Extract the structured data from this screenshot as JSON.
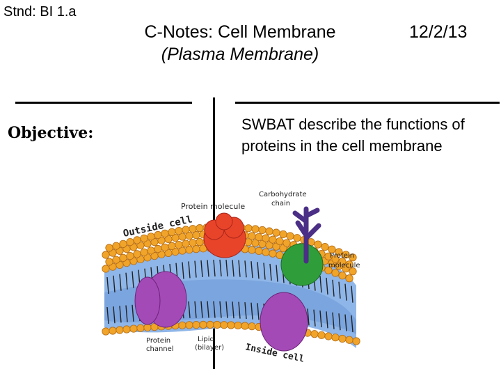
{
  "header": {
    "standard": "Stnd: BI 1.a",
    "title_line1": "C-Notes:  Cell Membrane",
    "title_line2": "(Plasma Membrane)",
    "date": "12/2/13"
  },
  "objective": {
    "label": "Objective:",
    "text": "SWBAT describe the functions of proteins in the cell membrane"
  },
  "diagram": {
    "labels": {
      "protein_molecule_top": "Protein molecule",
      "carbohydrate_chain": [
        "Carbohydrate",
        "chain"
      ],
      "outside_cell": "Outside cell",
      "protein_molecule_right": [
        "Protein",
        "molecule"
      ],
      "protein_channel": [
        "Protein",
        "channel"
      ],
      "lipid_bilayer": [
        "Lipid",
        "(bilayer)"
      ],
      "inside_cell": "Inside cell"
    },
    "colors": {
      "head": "#f0a42a",
      "head_stroke": "#b56a10",
      "tail": "#222222",
      "membrane_band": "#8fb6e8",
      "membrane_band_dark": "#6c97d6",
      "protein_red": "#e8442a",
      "protein_green": "#2f9e3a",
      "protein_purple": "#a44ab6",
      "carbohydrate": "#4b2f86"
    }
  }
}
